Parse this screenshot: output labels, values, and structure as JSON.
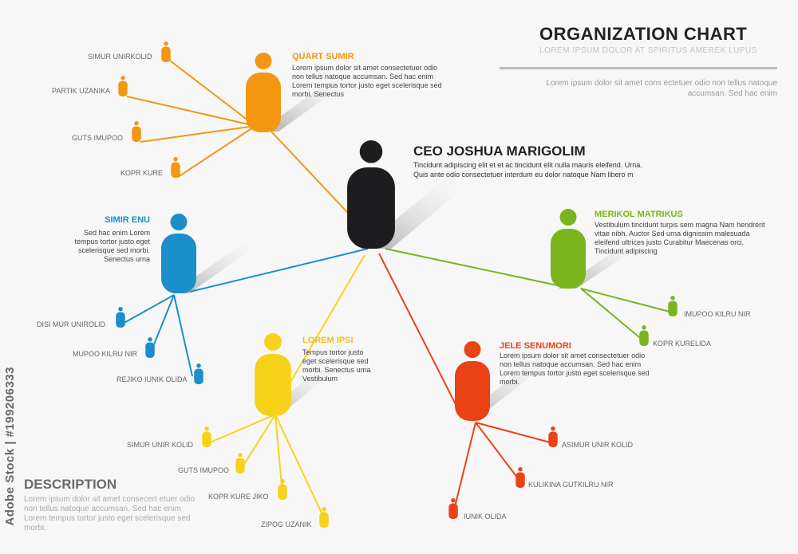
{
  "header": {
    "title": "ORGANIZATION CHART",
    "subtitle": "LOREM IPSUM DOLOR AT SPIRITUS AMEREK LUPUS",
    "description": "Lorem ipsum dolor sit amet cons ectetuer odio non tellus natoque accumsan. Sed hac enim"
  },
  "ceo": {
    "name": "CEO JOSHUA MARIGOLIM",
    "description": "Tincidunt adipiscing elit et et ac tincidunt elit nulla mauris eleifend. Urna. Quis ante odio consectetuer interdum eu dolor natoque Nam libero m",
    "color": "#1d1d1f"
  },
  "managers": [
    {
      "id": "orange",
      "name": "QUART SUMIR",
      "description": "Lorem ipsum dolor sit amet consectetuer odio non tellus natoque accumsan. Sed hac enim Lorem tempus tortor justo eget scelerisque sed morbi. Senectus",
      "color": "#f39712",
      "employees": [
        "SIMUR UNIRKOLID",
        "PARTIK UZANIKA",
        "GUTS IMUPOO",
        "KOPR KURE"
      ]
    },
    {
      "id": "blue",
      "name": "SIMIR ENU",
      "description": "Sed hac enim Lorem tempus tortor justo eget scelerisque sed morbi. Senectus urna",
      "color": "#1a8fc9",
      "employees": [
        "DISI MUR UNIROLID",
        "MUPOO KILRU NIR",
        "REJIKO IUNIK OLIDA"
      ]
    },
    {
      "id": "green",
      "name": "MERIKOL MATRIKUS",
      "description": "Vestibulum tincidunt turpis sem magna Nam hendrerit vitae nibh. Auctor Sed urna dignissim malesuada eleifend ultrices justo Curabitur Maecenas orci. Tincidunt adipiscing",
      "color": "#7ab51d",
      "employees": [
        "IMUPOO KILRU NIR",
        "KOPR KURELIDA"
      ]
    },
    {
      "id": "yellow",
      "name": "LOREM IPSI",
      "description": "Tempus tortor justo eget scelerisque sed morbi. Senectus urna Vestibulum",
      "color": "#f7d21a",
      "employees": [
        "SIMUR UNIR KOLID",
        "GUTS IMUPOO",
        "KOPR KURE JIKO",
        "ZIPOG UZANIK"
      ]
    },
    {
      "id": "red",
      "name": "JELE SENUMORI",
      "description": "Lorem ipsum dolor sit amet consectetuer odio non tellus natoque accumsan. Sed hac enim Lorem tempus tortor justo eget scelerisque sed morbi.",
      "color": "#eb4215",
      "employees": [
        "ASIMUR UNIR KOLID",
        "KULIKINA GUTKILRU NIR",
        "IUNIK OLIDA"
      ]
    }
  ],
  "footer": {
    "title": "DESCRIPTION",
    "body": "Lorem ipsum dolor sit amet consecert etuer odio non tellus natoque accumsan. Sed hac enim Lorem tempus tortor justo eget scelerisque sed morbi."
  },
  "watermark": "Adobe Stock | #199206333"
}
